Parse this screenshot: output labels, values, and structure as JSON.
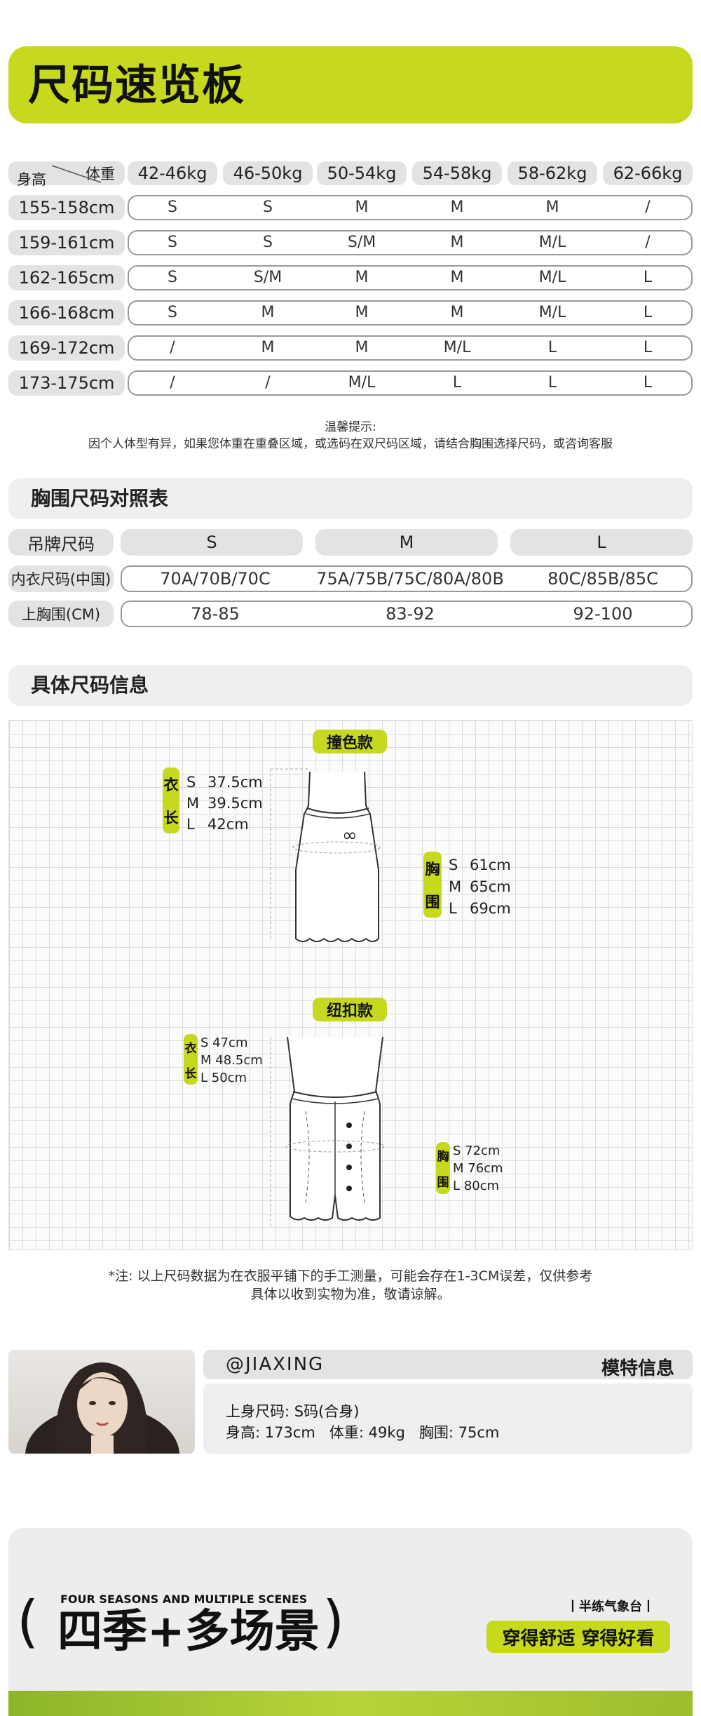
{
  "header": {
    "title": "尺码速览板"
  },
  "quick_table": {
    "corner_top": "体重",
    "corner_bottom": "身高",
    "weights": [
      "42-46kg",
      "46-50kg",
      "50-54kg",
      "54-58kg",
      "58-62kg",
      "62-66kg"
    ],
    "rows": [
      {
        "height": "155-158cm",
        "sizes": [
          "S",
          "S",
          "M",
          "M",
          "M",
          "/"
        ]
      },
      {
        "height": "159-161cm",
        "sizes": [
          "S",
          "S",
          "S/M",
          "M",
          "M/L",
          "/"
        ]
      },
      {
        "height": "162-165cm",
        "sizes": [
          "S",
          "S/M",
          "M",
          "M",
          "M/L",
          "L"
        ]
      },
      {
        "height": "166-168cm",
        "sizes": [
          "S",
          "M",
          "M",
          "M",
          "M/L",
          "L"
        ]
      },
      {
        "height": "169-172cm",
        "sizes": [
          "/",
          "M",
          "M",
          "M/L",
          "L",
          "L"
        ]
      },
      {
        "height": "173-175cm",
        "sizes": [
          "/",
          "/",
          "M/L",
          "L",
          "L",
          "L"
        ]
      }
    ],
    "tip_title": "温馨提示:",
    "tip_text": "因个人体型有异，如果您体重在重叠区域，或选码在双尺码区域，请结合胸围选择尺码，或咨询客服"
  },
  "bust_table": {
    "title": "胸围尺码对照表",
    "row_labels": [
      "吊牌尺码",
      "内衣尺码(中国)",
      "上胸围(CM)"
    ],
    "sizes": [
      "S",
      "M",
      "L"
    ],
    "bra": [
      "70A/70B/70C",
      "75A/75B/75C/80A/80B",
      "80C/85B/85C"
    ],
    "upper_bust": [
      "78-85",
      "83-92",
      "92-100"
    ]
  },
  "detail": {
    "title": "具体尺码信息",
    "style1": {
      "name": "撞色款",
      "length_label": [
        "衣",
        "长"
      ],
      "length_rows": [
        [
          "S",
          "37.5cm"
        ],
        [
          "M",
          "39.5cm"
        ],
        [
          "L",
          "42cm"
        ]
      ],
      "bust_label": [
        "胸",
        "围"
      ],
      "bust_rows": [
        [
          "S",
          "61cm"
        ],
        [
          "M",
          "65cm"
        ],
        [
          "L",
          "69cm"
        ]
      ],
      "logo_glyph": "∞"
    },
    "style2": {
      "name": "纽扣款",
      "length_label": [
        "衣",
        "长"
      ],
      "length_rows": [
        "S 47cm",
        "M 48.5cm",
        "L 50cm"
      ],
      "bust_label": [
        "胸",
        "围"
      ],
      "bust_rows": [
        "S 72cm",
        "M 76cm",
        "L 80cm"
      ]
    },
    "note_line1": "*注: 以上尺码数据为在衣服平铺下的手工测量，可能会存在1-3CM误差，仅供参考",
    "note_line2": "具体以收到实物为准，敬请谅解。"
  },
  "model": {
    "handle": "@JIAXING",
    "section": "模特信息",
    "line1": "上身尺码: S码(合身)",
    "line2": "身高: 173cm   体重: 49kg   胸围: 75cm"
  },
  "scene": {
    "subtitle": "FOUR SEASONS AND MULTIPLE SCENES",
    "title": "四季+多场景",
    "brand": "丨半练气象台丨",
    "slogan": "穿得舒适 穿得好看"
  },
  "colors": {
    "accent": "#c6d91e",
    "gray_pill": "#e3e3e3",
    "border": "#9a9a9a"
  }
}
